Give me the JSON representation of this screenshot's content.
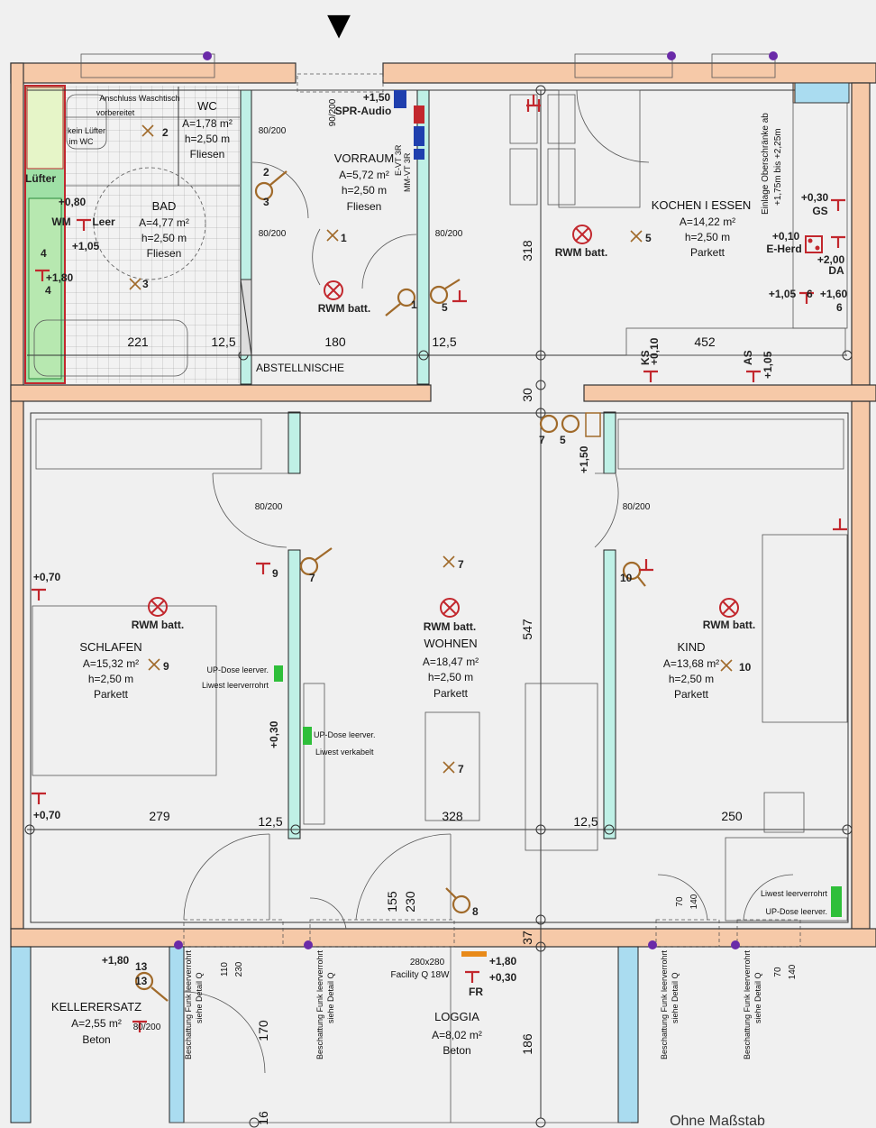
{
  "marker": "▼",
  "footer_note": "Ohne Maßstab",
  "rooms": {
    "wc": {
      "name": "WC",
      "area": "A=1,78 m²",
      "height": "h=2,50 m",
      "floor": "Fliesen"
    },
    "bad": {
      "name": "BAD",
      "area": "A=4,77 m²",
      "height": "h=2,50 m",
      "floor": "Fliesen"
    },
    "vorraum": {
      "name": "VORRAUM",
      "area": "A=5,72 m²",
      "height": "h=2,50 m",
      "floor": "Fliesen"
    },
    "kochen": {
      "name": "KOCHEN I ESSEN",
      "area": "A=14,22 m²",
      "height": "h=2,50 m",
      "floor": "Parkett"
    },
    "schlafen": {
      "name": "SCHLAFEN",
      "area": "A=15,32 m²",
      "height": "h=2,50 m",
      "floor": "Parkett"
    },
    "wohnen": {
      "name": "WOHNEN",
      "area": "A=18,47 m²",
      "height": "h=2,50 m",
      "floor": "Parkett"
    },
    "kind": {
      "name": "KIND",
      "area": "A=13,68 m²",
      "height": "h=2,50 m",
      "floor": "Parkett"
    },
    "kellerersatz": {
      "name": "KELLERERSATZ",
      "area": "A=2,55 m²",
      "floor": "Beton"
    },
    "loggia": {
      "name": "LOGGIA",
      "area": "A=8,02 m²",
      "floor": "Beton"
    },
    "abstellnische": {
      "name": "ABSTELLNISCHE"
    }
  },
  "annotations": {
    "anschluss": "Anschluss Waschtisch",
    "vorbereitet": "vorbereitet",
    "kein_luefter": "kein Lüfter",
    "im_wc": "im WC",
    "luefter": "Lüfter",
    "spr_audio": "SPR-Audio",
    "evt": "E-VT 3R",
    "mmvt": "MM-VT 3R",
    "einlage1": "Einlage Oberschränke ab",
    "einlage2": "+1,75m bis +2,25m",
    "gs": "GS",
    "eherd": "E-Herd",
    "da": "DA",
    "ks": "KS",
    "as": "AS",
    "wm": "WM",
    "leer": "Leer",
    "upd_leer": "UP-Dose leerver.",
    "liwest_leer": "Liwest leerverrohrt",
    "upd_leer2": "UP-Dose leerver.",
    "liwest_verk": "Liwest verkabelt",
    "liwest_leer2": "Liwest leerverrohrt",
    "upd_leer3": "UP-Dose leerver.",
    "beschattung": "Beschattung Funk leerverrohrt",
    "siehe": "siehe Detail Q",
    "facility1": "280x280",
    "facility2": "Facility Q 18W",
    "fr": "FR"
  },
  "rwm_label": "RWM batt.",
  "heights": {
    "h150": "+1,50",
    "h080": "+0,80",
    "h105": "+1,05",
    "h180": "+1,80",
    "h030": "+0,30",
    "h010": "+0,10",
    "h200": "+2,00",
    "h160": "+1,60",
    "h070": "+0,70",
    "h030b": "+0,30",
    "h180b": "+1,80",
    "h030c": "+0,30",
    "h105b": "+1,05",
    "h150b": "+1,50",
    "h010b": "+0,10",
    "h105c": "+1,05",
    "h180c": "+1,80",
    "h070b": "+0,70"
  },
  "numbers": {
    "n1": "1",
    "n2": "2",
    "n3": "3",
    "n4": "4",
    "n5": "5",
    "n6": "6",
    "n7": "7",
    "n8": "8",
    "n9": "9",
    "n10": "10",
    "n13": "13",
    "n4b": "4",
    "n6b": "6",
    "n2b": "2",
    "n3b": "3",
    "n5b": "5",
    "n1b": "1",
    "n7b": "7",
    "n9b": "9",
    "n10b": "10",
    "n13b": "13",
    "n7c": "7",
    "n5c": "5",
    "n7d": "7"
  },
  "dims": {
    "d221": "221",
    "d12_5a": "12,5",
    "d180": "180",
    "d12_5b": "12,5",
    "d452": "452",
    "d318": "318",
    "d30": "30",
    "d547": "547",
    "d279": "279",
    "d12_5c": "12,5",
    "d328": "328",
    "d12_5d": "12,5",
    "d250": "250",
    "d37": "37",
    "d186": "186",
    "d16": "16",
    "d170": "170",
    "d155": "155",
    "d230": "230",
    "d110": "110",
    "d230b": "230",
    "d70": "70",
    "d140": "140",
    "d70b": "70",
    "d140b": "140",
    "door_80_200": "80/200",
    "door_90_200": "90/200"
  }
}
